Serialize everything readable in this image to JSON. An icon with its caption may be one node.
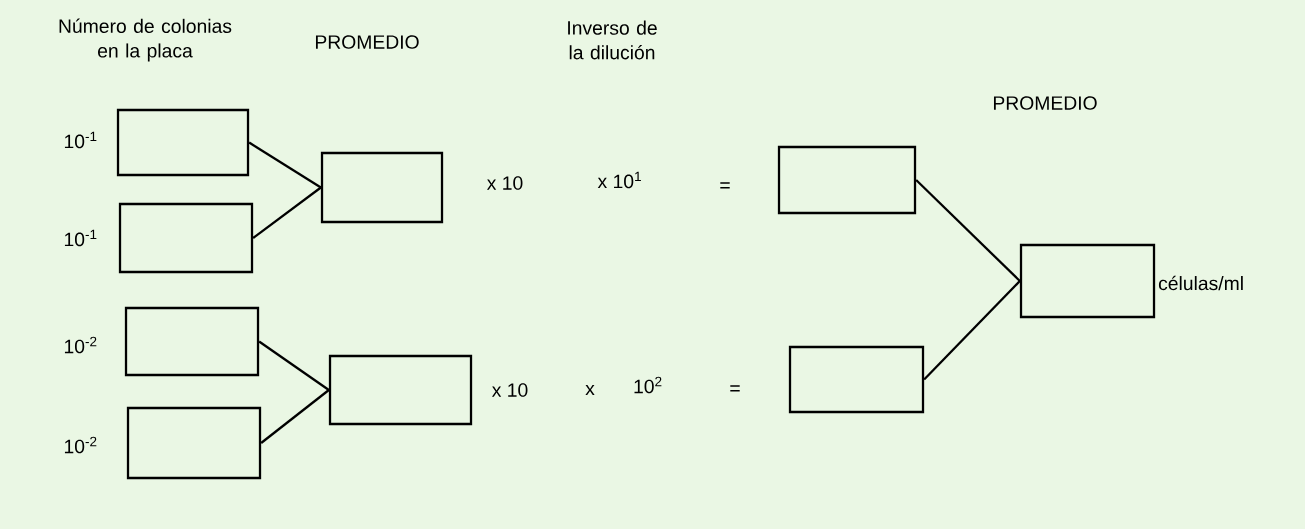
{
  "diagram": {
    "nodes": [
      {
        "text": [],
        "shape": "box",
        "beside": [
          "10$^{-1}$"
        ]
      },
      {
        "text": [],
        "shape": "box",
        "beside": [
          "10$^{-1}$"
        ]
      },
      {
        "text": [],
        "shape": "box",
        "beside": [
          "10$^{-2}$"
        ]
      },
      {
        "text": [],
        "shape": "box",
        "beside": [
          "10$^{-2}$"
        ]
      },
      {
        "text": [],
        "shape": "box"
      },
      {
        "text": [],
        "shape": "box"
      },
      {
        "text": [],
        "shape": "box"
      },
      {
        "text": [],
        "shape": "box"
      },
      {
        "text": [],
        "shape": "box",
        "beside": [
          "células/ml"
        ]
      }
    ],
    "edges": [
      {
        "from": 0,
        "to": 4,
        "arrow": "none"
      },
      {
        "from": 1,
        "to": 4,
        "arrow": "none"
      },
      {
        "from": 2,
        "to": 5,
        "arrow": "none"
      },
      {
        "from": 3,
        "to": 5,
        "arrow": "none"
      },
      {
        "from": 6,
        "to": 8,
        "arrow": "none"
      },
      {
        "from": 7,
        "to": 8,
        "arrow": "none"
      }
    ],
    "labels": [
      "Número de colonias en la placa",
      "PROMEDIO",
      "Inverso de la dilución",
      "PROMEDIO",
      "x 10",
      "x 10$^{1}$",
      "=",
      "x 10",
      "x",
      "10$^{2}$",
      "="
    ]
  }
}
